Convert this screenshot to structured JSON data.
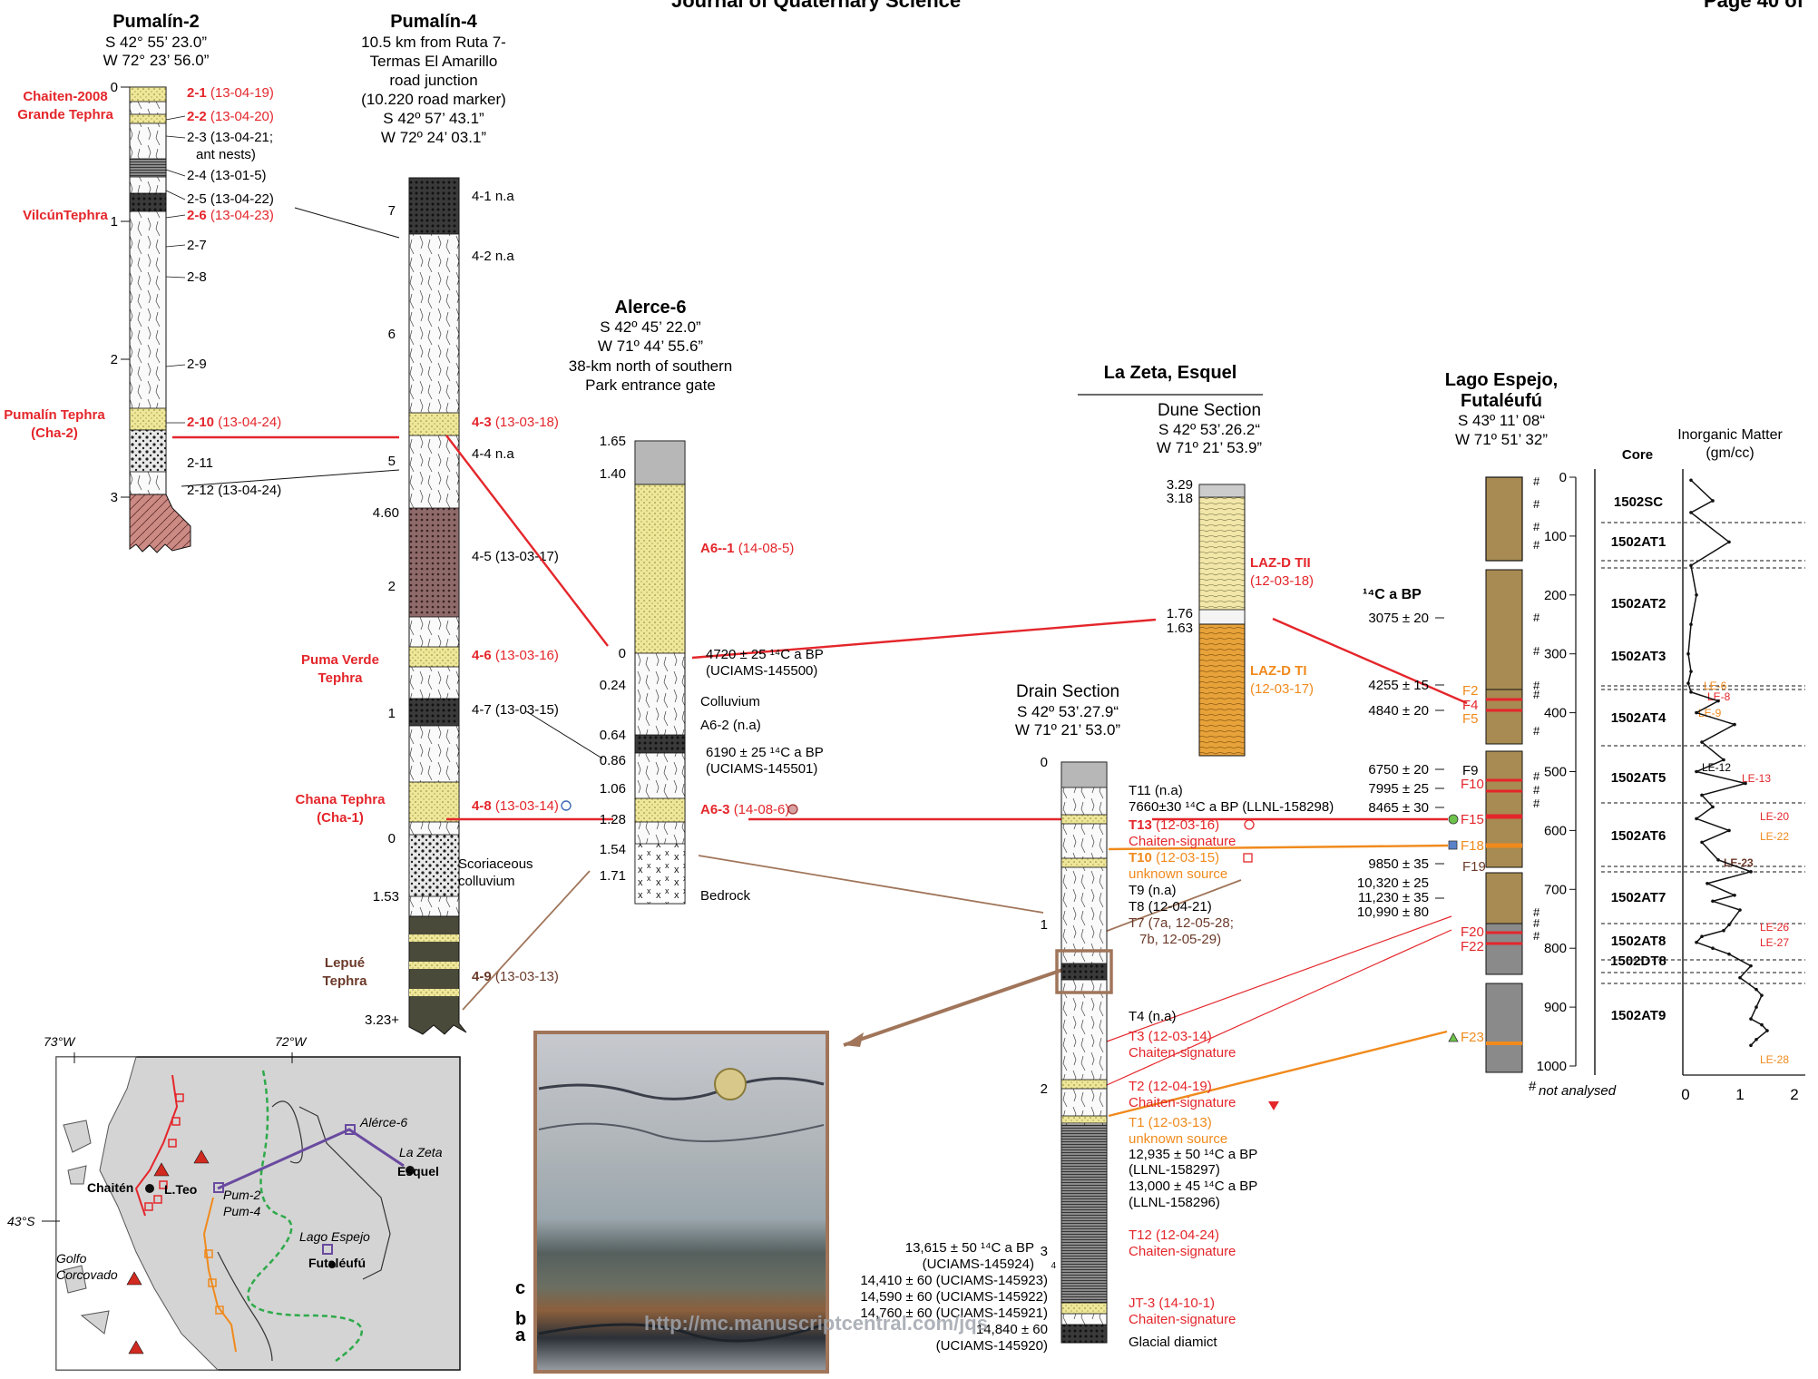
{
  "page": {
    "header": "Journal of Quaternary Science",
    "page_label": "Page 40 of"
  },
  "watermark": "http://mc.manuscriptcentral.com/jqs",
  "colors": {
    "red": "#e4262b",
    "orange": "#f08a1c",
    "brown": "#6b3a2a",
    "tephra": "#eee79a",
    "core": "#a88b52",
    "map_land": "#d4d4d4"
  },
  "pum2": {
    "title": "Pumalín-2",
    "lat": "S 42° 55’ 23.0”",
    "lon": "W 72° 23’ 56.0”",
    "tephras": {
      "chaiten": "Chaiten-2008",
      "chaiten2": "Grande Tephra",
      "vilcun": "VilcúnTephra",
      "pumalin": "Pumalín Tephra",
      "pumalin2": "(Cha-2)"
    },
    "depths": [
      "0",
      "1",
      "2",
      "3"
    ],
    "samples": {
      "s1": "2-1",
      "s1d": "(13-04-19)",
      "s2": "2-2",
      "s2d": "(13-04-20)",
      "s3": "2-3 (13-04-21;",
      "s3b": "ant nests)",
      "s4": "2-4 (13-01-5)",
      "s5": "2-5 (13-04-22)",
      "s6": "2-6",
      "s6d": "(13-04-23)",
      "s7": "2-7",
      "s8": "2-8",
      "s9": "2-9",
      "s10": "2-10",
      "s10d": "(13-04-24)",
      "s11": "2-11",
      "s12": "2-12 (13-04-24)"
    }
  },
  "pum4": {
    "title": "Pumalín-4",
    "desc": [
      "10.5 km from Ruta 7-",
      "Termas El Amarillo",
      "road junction",
      "(10.220 road marker)",
      "S 42º 57’ 43.1”",
      "W 72º 24’ 03.1”"
    ],
    "depths": {
      "d7": "7",
      "d6": "6",
      "d5": "5",
      "d460": "4.60",
      "d2": "2",
      "d1": "1",
      "d0": "0",
      "d153": "1.53",
      "d323": "3.23+"
    },
    "tephras": {
      "puma": "Puma Verde",
      "tephra": "Tephra",
      "chana": "Chana Tephra",
      "cha1": "(Cha-1)",
      "lepue": "Lepué"
    },
    "samples": {
      "s1": "4-1 n.a",
      "s2": "4-2 n.a",
      "s3": "4-3",
      "s3d": "(13-03-18)",
      "s4": "4-4 n.a",
      "s5": "4-5 (13-03-17)",
      "s6": "4-6",
      "s6d": "(13-03-16)",
      "s7": "4-7 (13-03-15)",
      "s8": "4-8",
      "s8d": "(13-03-14)",
      "s9": "4-9",
      "s9d": "(13-03-13)",
      "scor1": "Scoriaceous",
      "scor2": "colluvium"
    }
  },
  "alerce": {
    "title": "Alerce-6",
    "lat": "S 42º 45’ 22.0”",
    "lon": "W 71º 44’ 55.6”",
    "desc1": "38-km north of southern",
    "desc2": "Park entrance gate",
    "depths": {
      "d165": "1.65",
      "d140": "1.40",
      "d0": "0",
      "d024": "0.24",
      "d064": "0.64",
      "d086": "0.86",
      "d106": "1.06",
      "d128": "1.28",
      "d154": "1.54",
      "d171": "1.71"
    },
    "labels": {
      "a61": "A6--1",
      "a61d": "(14-08-5)",
      "date1": "4720 ± 25 ¹⁴C a BP",
      "date1b": "(UCIAMS-145500)",
      "colluvium": "Colluvium",
      "a62": "A6-2 (n.a)",
      "date2": "6190 ± 25 ¹⁴C a BP",
      "date2b": "(UCIAMS-145501)",
      "a63": "A6-3",
      "a63d": "(14-08-6)",
      "bedrock": "Bedrock"
    }
  },
  "lazeta": {
    "title": "La Zeta, Esquel",
    "dune": "Dune Section",
    "dune_lat": "S 42º 53’.26.2“",
    "dune_lon": "W 71º 21’ 53.9”",
    "dune_depths": {
      "d329": "3.29",
      "d318": "3.18",
      "d176": "1.76",
      "d163": "1.63"
    },
    "tii": "LAZ-D TII",
    "tiid": "(12-03-18)",
    "ti": "LAZ-D TI",
    "tid": "(12-03-17)",
    "drain": "Drain Section",
    "drain_lat": "S 42º 53’.27.9“",
    "drain_lon": "W 71º 21’ 53.0”",
    "drain_depths": [
      "0",
      "1",
      "2",
      "3"
    ],
    "labels": {
      "t11": "T11 (n.a)",
      "d7660": "7660±30 ¹⁴C a BP (LLNL-158298)",
      "t13": "T13",
      "t13d": "(12-03-16)",
      "cs": "Chaiten-signature",
      "t10": "T10",
      "t10d": "(12-03-15)",
      "unk": "unknown source",
      "t9": "T9 (n.a)",
      "t8": "T8 (12-04-21)",
      "t7": "T7 (7a, 12-05-28;",
      "t7b": "7b, 12-05-29)",
      "t4": "T4 (n.a)",
      "t3": "T3 (12-03-14)",
      "t2": "T2 (12-04-19)",
      "t1": "T1 (12-03-13)",
      "d12935": "12,935 ± 50 ¹⁴C a BP",
      "d12935b": "(LLNL-158297)",
      "d13000": "13,000 ± 45 ¹⁴C a BP",
      "d13000b": "(LLNL-158296)",
      "t12": "T12 (12-04-24)",
      "d13615": "13,615 ± 50 ¹⁴C a BP",
      "d13615b": "(UCIAMS-145924)",
      "d14410": "14,410 ± 60 (UCIAMS-145923)",
      "d14590": "14,590 ± 60 (UCIAMS-145922)",
      "d14760": "14,760 ± 60 (UCIAMS-145921)",
      "d14840": "14,840 ± 60",
      "d14840b": "(UCIAMS-145920)",
      "jt3": "JT-3 (14-10-1)",
      "glacial": "Glacial diamict",
      "n4": "4"
    },
    "photo_labels": [
      "c",
      "b",
      "a"
    ]
  },
  "lago": {
    "title": "Lago Espejo,",
    "title2": "Futaléufú",
    "lat": "S 43º 11’ 08“",
    "lon": "W 71º 51’ 32”",
    "c14_header": "¹⁴C a BP",
    "dates": [
      "3075 ± 20",
      "4255 ± 15",
      "4840 ± 20",
      "6750 ± 20",
      "7995 ± 25",
      "8465 ± 30",
      "9850 ± 35",
      "10,320 ± 25",
      "11,230 ± 35",
      "10,990 ± 80"
    ],
    "f_labels": [
      "F2",
      "F4",
      "F5",
      "F9",
      "F10",
      "F15",
      "F18",
      "F19",
      "F20",
      "F22",
      "F23"
    ],
    "not_analysed": "not analysed",
    "hash": "#",
    "core_header": "Core",
    "core_sections": [
      "1502SC",
      "1502AT1",
      "1502AT2",
      "1502AT3",
      "1502AT4",
      "1502AT5",
      "1502AT6",
      "1502AT7",
      "1502AT8",
      "1502DT8",
      "1502AT9"
    ],
    "depth_ticks": [
      "0",
      "100",
      "200",
      "300",
      "400",
      "500",
      "600",
      "700",
      "800",
      "900",
      "1000"
    ]
  },
  "chart_data": {
    "type": "line",
    "title": "Inorganic Matter",
    "xlabel": "(gm/cc)",
    "ylabel": "",
    "xlim": [
      0,
      2
    ],
    "ylim": [
      1000,
      0
    ],
    "x_ticks": [
      "0",
      "1",
      "2"
    ],
    "y_ticks": [
      "0",
      "100",
      "200",
      "300",
      "400",
      "500",
      "600",
      "700",
      "800",
      "900",
      "1000"
    ],
    "series": [
      {
        "x": [
          0.1,
          0.5,
          0.1,
          0.8,
          0.1,
          0.2,
          0.1,
          0.05,
          0.1,
          0.05,
          0.1,
          0.6,
          0.2,
          0.9,
          0.3,
          0.7,
          0.2,
          1.1,
          0.3,
          0.5,
          0.2,
          0.8,
          0.3,
          0.6,
          1.2,
          0.4,
          0.9,
          0.5,
          1.0,
          0.8,
          0.7,
          0.3,
          0.2,
          0.5,
          0.8,
          1.2,
          1.0,
          1.3,
          1.4,
          1.3,
          1.2,
          1.4,
          1.5,
          1.3,
          1.2
        ],
        "y": [
          5,
          40,
          60,
          110,
          150,
          200,
          250,
          300,
          330,
          350,
          365,
          380,
          400,
          420,
          450,
          480,
          500,
          520,
          540,
          560,
          580,
          600,
          620,
          650,
          670,
          690,
          710,
          720,
          735,
          760,
          770,
          780,
          790,
          800,
          810,
          830,
          850,
          870,
          880,
          900,
          920,
          930,
          940,
          955,
          965
        ]
      }
    ],
    "annotations": {
      "le6": "LE-6",
      "le8": "LE-8",
      "le9": "LE-9",
      "le12": "LE-12",
      "le13": "LE-13",
      "le20": "LE-20",
      "le22": "LE-22",
      "le23": "LE-23",
      "le26": "LE-26",
      "le27": "LE-27",
      "le28": "LE-28"
    }
  },
  "map": {
    "lon1": "73°W",
    "lon2": "72°W",
    "lat": "43°S",
    "places": {
      "chaiten": "Chaitén",
      "lteo": "L.Teo",
      "pum2": "Pum-2",
      "pum4": "Pum-4",
      "alerce": "Alérce-6",
      "lazeta": "La Zeta",
      "esquel": "Esquel",
      "lago": "Lago Espejo",
      "futa": "Futaléufú",
      "golfo": "Golfo",
      "corcovado": "Corcovado"
    }
  }
}
